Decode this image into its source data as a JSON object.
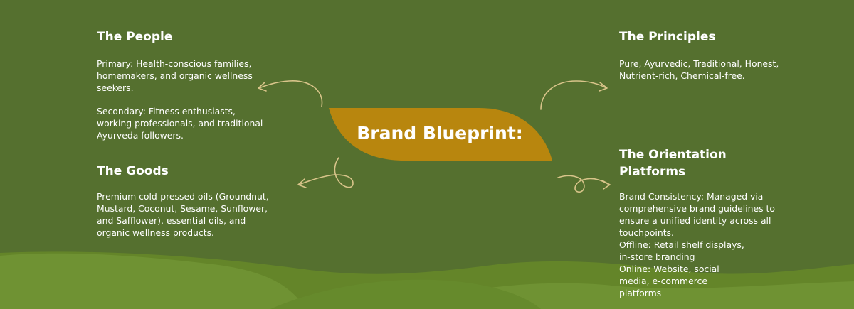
{
  "center": {
    "title": "Brand Blueprint:"
  },
  "people": {
    "heading": "The People",
    "primary_label": "Primary:",
    "primary_text": "Health-conscious families, homemakers, and organic wellness seekers.",
    "secondary_label": "Secondary:",
    "secondary_text": "Fitness enthusiasts, working professionals, and traditional Ayurveda followers."
  },
  "goods": {
    "heading": "The Goods",
    "text": "Premium cold-pressed oils (Groundnut, Mustard, Coconut, Sesame, Sunflower, and Safflower), essential oils, and organic wellness products."
  },
  "principles": {
    "heading": "The Principles",
    "text": "Pure, Ayurvedic, Traditional, Honest, Nutrient-rich, Chemical-free."
  },
  "orientation": {
    "heading": "The Orientation Platforms",
    "consistency_label": "Brand Consistency:",
    "consistency_text": "Managed via comprehensive brand guidelines to ensure a unified identity across all touchpoints.",
    "offline_label": "Offline:",
    "offline_text": "Retail shelf displays, in-store branding",
    "online_label": "Online:",
    "online_text": "Website, social media, e-commerce platforms"
  },
  "colors": {
    "background": "#55702f",
    "hills_light": "#6f9233",
    "hills_mid": "#648529",
    "center_shape": "#b8860e",
    "arrow": "#d8c48a",
    "text": "#ffffff"
  }
}
